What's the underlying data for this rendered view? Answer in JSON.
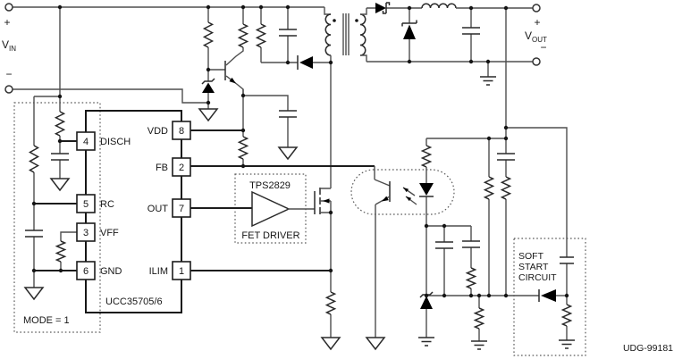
{
  "colors": {
    "wire": "#4e4e4e",
    "bold_wire": "#1c1c1c",
    "text": "#161616",
    "background": "#ffffff"
  },
  "terminals": {
    "vin": {
      "plus": "+",
      "v": "V",
      "sub": "IN",
      "minus": "−"
    },
    "vout": {
      "plus": "+",
      "v": "V",
      "sub": "OUT",
      "minus": "−"
    }
  },
  "ic": {
    "name": "UCC35705/6",
    "left_pins": [
      {
        "num": "4",
        "label": "DISCH"
      },
      {
        "num": "5",
        "label": "RC"
      },
      {
        "num": "3",
        "label": "VFF"
      },
      {
        "num": "6",
        "label": "GND"
      }
    ],
    "right_pins": [
      {
        "num": "8",
        "label": "VDD"
      },
      {
        "num": "2",
        "label": "FB"
      },
      {
        "num": "7",
        "label": "OUT"
      },
      {
        "num": "1",
        "label": "ILIM"
      }
    ]
  },
  "driver": {
    "part": "TPS2829",
    "caption": "FET DRIVER"
  },
  "annotations": {
    "mode": "MODE = 1",
    "soft_start_line1": "SOFT",
    "soft_start_line2": "START",
    "soft_start_line3": "CIRCUIT",
    "figure_id": "UDG-99181"
  }
}
